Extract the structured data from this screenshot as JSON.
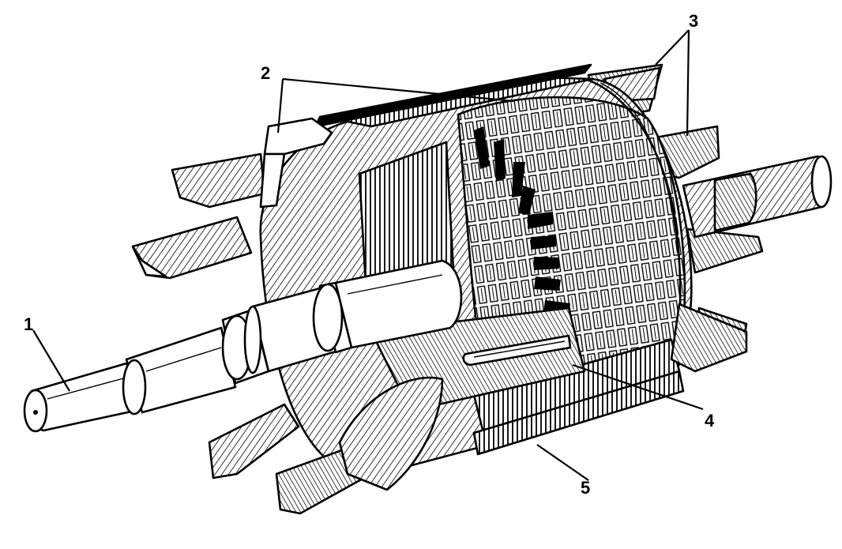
{
  "figure": {
    "colors": {
      "ink": "#000000",
      "paper": "#ffffff"
    },
    "callouts": [
      {
        "id": "c1",
        "label": "1"
      },
      {
        "id": "c2",
        "label": "2"
      },
      {
        "id": "c3",
        "label": "3"
      },
      {
        "id": "c4",
        "label": "4"
      },
      {
        "id": "c5",
        "label": "5"
      }
    ]
  }
}
